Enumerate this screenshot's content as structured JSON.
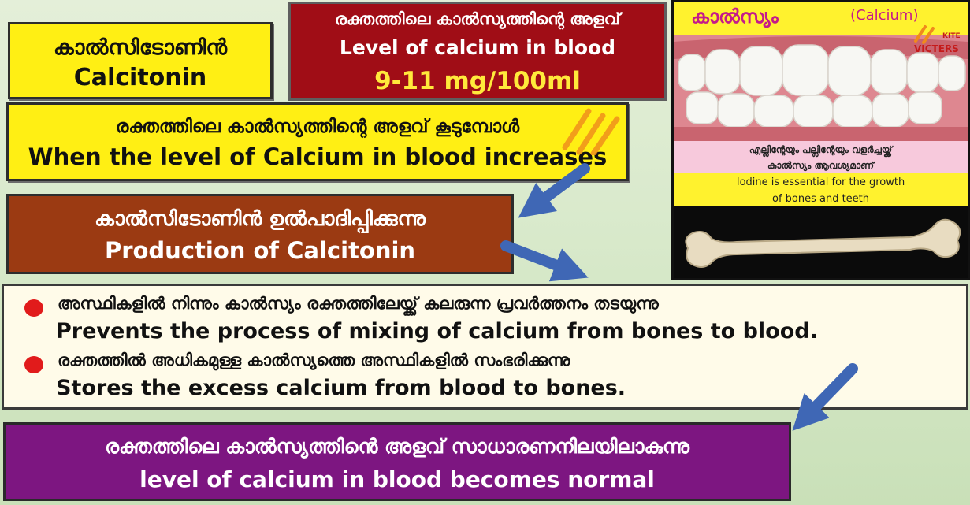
{
  "calcitonin": {
    "ml": "കാൽസിടോണിൻ",
    "en": "Calcitonin"
  },
  "blood_level": {
    "ml": "രക്തത്തിലെ കാൽസ്യത്തിന്റെ അളവ്",
    "en": "Level of calcium in blood",
    "value": "9-11 mg/100ml"
  },
  "increase": {
    "ml": "രക്തത്തിലെ കാൽസ്യത്തിന്റെ അളവ് കൂടുമ്പോൾ",
    "en": "When the level of Calcium in blood increases"
  },
  "production": {
    "ml": "കാൽസിടോണിൻ ഉൽപാദിപ്പിക്കുന്നു",
    "en": "Production of Calcitonin"
  },
  "effects": [
    {
      "ml": "അസ്ഥികളിൽ നിന്നും കാൽസ്യം രക്തത്തിലേയ്ക്ക് കലരുന്ന പ്രവർത്തനം തടയുന്നു",
      "en": "Prevents the process of mixing of calcium from bones to blood."
    },
    {
      "ml": "രക്തത്തിൽ അധികമുള്ള കാൽസ്യത്തെ അസ്ഥികളിൽ സംഭരിക്കുന്നു",
      "en": "Stores the excess calcium from blood to bones."
    }
  ],
  "normal": {
    "ml": "രക്തത്തിലെ കാൽസ്യത്തിൻെ അളവ് സാധാരണനിലയിലാകുന്നു",
    "en": "level of calcium in blood  becomes normal"
  },
  "info_panel": {
    "title_ml": "കാൽസ്യം",
    "title_en": "(Calcium)",
    "note_ml_1": "എല്ലിന്റേയും പല്ലിന്റേയും വളർച്ചയ്ക്ക്",
    "note_ml_2": "കാൽസ്യം ആവശ്യമാണ്",
    "note_en_1": "Iodine is essential for the growth",
    "note_en_2": "of bones and teeth"
  },
  "logo": {
    "top": "KITE",
    "bottom": "VICTERS"
  },
  "colors": {
    "yellow_box": "#ffef14",
    "red_box": "#a00d16",
    "brown_box": "#9b3a12",
    "purple_box": "#7d1681",
    "arrow": "#3f67b5",
    "bullet": "#e11b1b",
    "value_text": "#ffe93b"
  },
  "icons": [
    "down-arrow-icon",
    "bullet-dot-icon",
    "teeth-image",
    "bone-image",
    "kite-victers-logo"
  ]
}
